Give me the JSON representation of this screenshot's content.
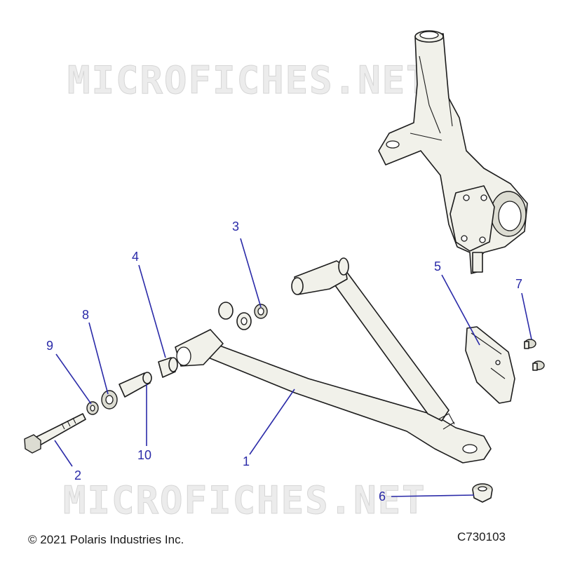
{
  "watermark": {
    "top": "MICROFICHES.NET",
    "bottom": "MICROFICHES.NET"
  },
  "callouts": [
    {
      "id": "1",
      "label": "1"
    },
    {
      "id": "2",
      "label": "2"
    },
    {
      "id": "3",
      "label": "3"
    },
    {
      "id": "4",
      "label": "4"
    },
    {
      "id": "5",
      "label": "5"
    },
    {
      "id": "6",
      "label": "6"
    },
    {
      "id": "7",
      "label": "7"
    },
    {
      "id": "8",
      "label": "8"
    },
    {
      "id": "9",
      "label": "9"
    },
    {
      "id": "10",
      "label": "10"
    }
  ],
  "footer": {
    "copyright": "© 2021 Polaris Industries Inc.",
    "drawing_id": "C730103"
  },
  "colors": {
    "callout": "#2a2aa8",
    "part_fill": "#f1f1ea",
    "line": "#1c1c1c"
  }
}
